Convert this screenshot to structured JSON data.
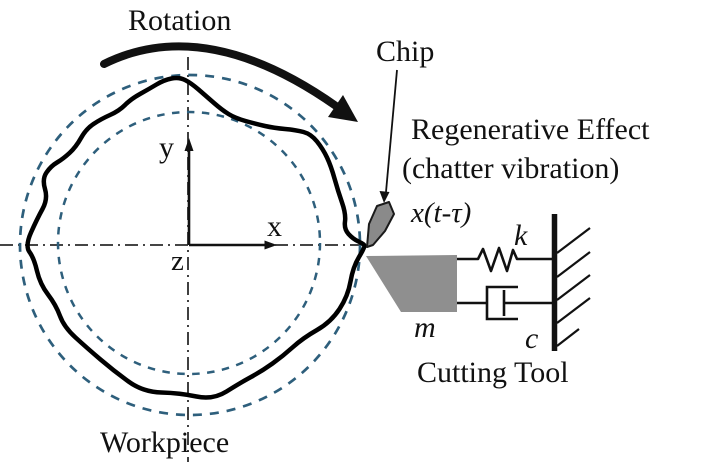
{
  "figure": {
    "labels": {
      "rotation": "Rotation",
      "chip": "Chip",
      "regenerative_line1": "Regenerative Effect",
      "regenerative_line2": "(chatter vibration)",
      "delayed_displacement": "x(t-τ)",
      "stiffness": "k",
      "damping": "c",
      "mass": "m",
      "cutting_tool": "Cutting Tool",
      "workpiece": "Workpiece",
      "axis_x": "x",
      "axis_y": "y",
      "axis_z": "z"
    },
    "colors": {
      "dashed_circle": "#2e5f7c",
      "tool_gray": "#8f8f8f",
      "chip_gray": "#8a8a8a",
      "ink": "#111111",
      "background": "#ffffff"
    }
  }
}
